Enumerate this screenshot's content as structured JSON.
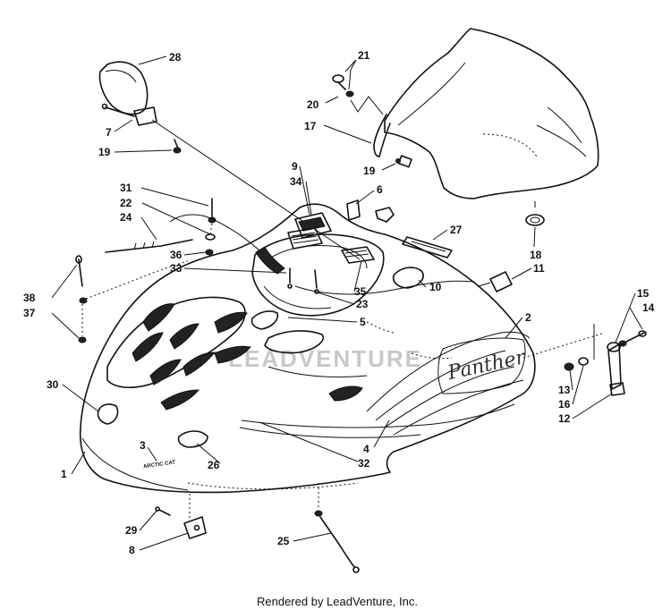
{
  "diagram": {
    "credit": "Rendered by LeadVenture, Inc.",
    "watermark": "LEADVENTURE",
    "hood_decal_text": "Panther",
    "front_decal_text": "ARCTIC CAT",
    "callouts": [
      {
        "id": "c28",
        "text": "28"
      },
      {
        "id": "c7",
        "text": "7"
      },
      {
        "id": "c19a",
        "text": "19"
      },
      {
        "id": "c21",
        "text": "21"
      },
      {
        "id": "c20",
        "text": "20"
      },
      {
        "id": "c17",
        "text": "17"
      },
      {
        "id": "c19b",
        "text": "19"
      },
      {
        "id": "c9",
        "text": "9"
      },
      {
        "id": "c34",
        "text": "34"
      },
      {
        "id": "c6",
        "text": "6"
      },
      {
        "id": "c31",
        "text": "31"
      },
      {
        "id": "c22",
        "text": "22"
      },
      {
        "id": "c24",
        "text": "24"
      },
      {
        "id": "c27",
        "text": "27"
      },
      {
        "id": "c36",
        "text": "36"
      },
      {
        "id": "c33",
        "text": "33"
      },
      {
        "id": "c18",
        "text": "18"
      },
      {
        "id": "c11",
        "text": "11"
      },
      {
        "id": "c38",
        "text": "38"
      },
      {
        "id": "c37",
        "text": "37"
      },
      {
        "id": "c35",
        "text": "35"
      },
      {
        "id": "c10",
        "text": "10"
      },
      {
        "id": "c23",
        "text": "23"
      },
      {
        "id": "c5",
        "text": "5"
      },
      {
        "id": "c2",
        "text": "2"
      },
      {
        "id": "c15",
        "text": "15"
      },
      {
        "id": "c14",
        "text": "14"
      },
      {
        "id": "c30",
        "text": "30"
      },
      {
        "id": "c13",
        "text": "13"
      },
      {
        "id": "c16",
        "text": "16"
      },
      {
        "id": "c12",
        "text": "12"
      },
      {
        "id": "c3",
        "text": "3"
      },
      {
        "id": "c4",
        "text": "4"
      },
      {
        "id": "c1",
        "text": "1"
      },
      {
        "id": "c26",
        "text": "26"
      },
      {
        "id": "c32",
        "text": "32"
      },
      {
        "id": "c29",
        "text": "29"
      },
      {
        "id": "c8",
        "text": "8"
      },
      {
        "id": "c25",
        "text": "25"
      }
    ]
  }
}
